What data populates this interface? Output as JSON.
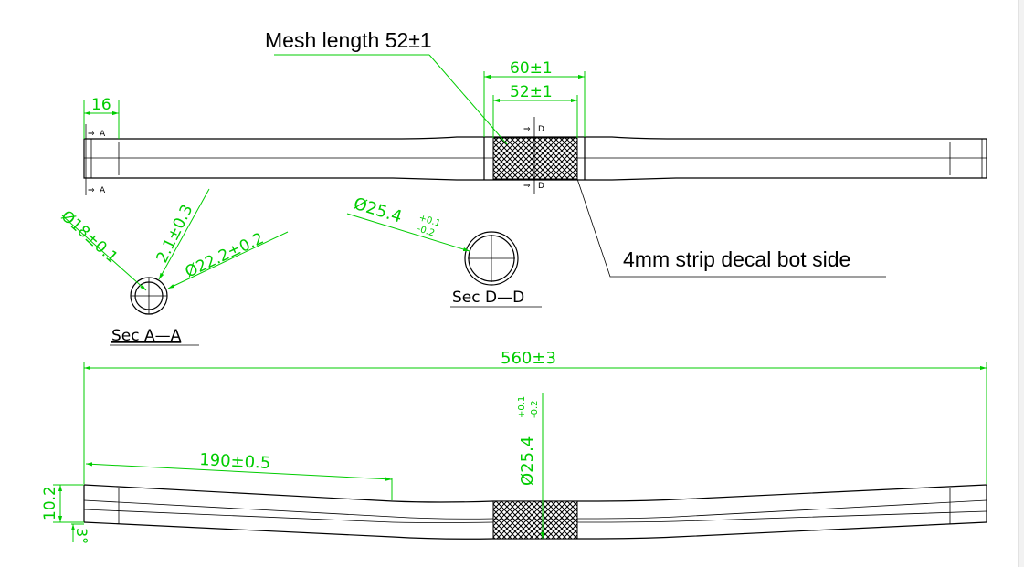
{
  "colors": {
    "line": "#000000",
    "dimension": "#00cc00",
    "background": "#ffffff"
  },
  "annotations": {
    "mesh_length": "Mesh length 52±1",
    "strip_decal": "4mm strip decal bot side"
  },
  "dimensions": {
    "mesh_outer": "60±1",
    "mesh_inner": "52±1",
    "end_length": "16",
    "diameter_clamp": "Ø25.4",
    "tol_plus": "+0.1",
    "tol_minus": "-0.2",
    "inner_diameter": "Ø18±0.1",
    "wall": "2.1±0.3",
    "outer_diameter": "Ø22.2±0.2",
    "overall_width": "560±3",
    "sweep_length": "190±0.5",
    "rise": "10.2",
    "angle": "3°"
  },
  "section_markers": {
    "a": "A",
    "d": "D"
  },
  "sections": {
    "a": "Sec A—A",
    "d": "Sec D—D"
  }
}
